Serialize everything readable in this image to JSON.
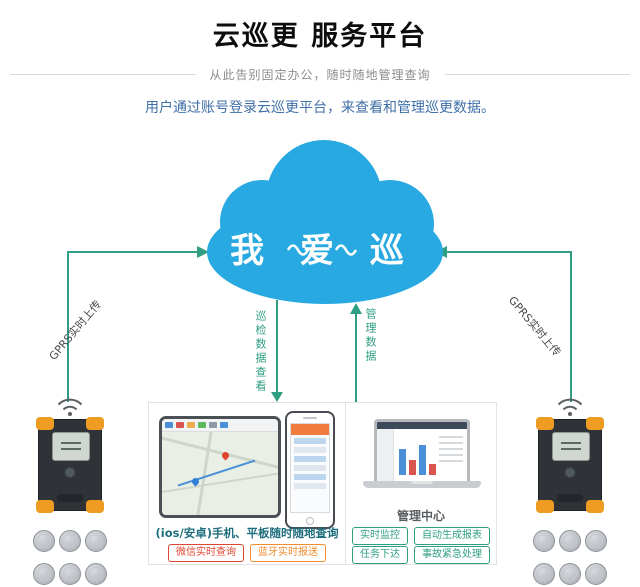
{
  "header": {
    "title": "云巡更 服务平台",
    "subtitle": "从此告别固定办公，随时随地管理查询",
    "description": "用户通过账号登录云巡更平台，来查看和管理巡更数据。"
  },
  "cloud": {
    "logo": "我 爱 巡"
  },
  "connections": {
    "gprs_left": "GPRS实时上传",
    "gprs_right": "GPRS实时上传",
    "view_label": "巡检数据查看",
    "manage_label": "管理数据"
  },
  "mobile_panel": {
    "caption": "(ios/安卓)手机、平板随时随地查询",
    "tags": [
      "微信实时查询",
      "蓝牙实时报送"
    ]
  },
  "admin_panel": {
    "caption": "管理中心",
    "tags": [
      "实时监控",
      "自动生成报表",
      "任务下达",
      "事故紧急处理"
    ]
  },
  "colors": {
    "cloud_blue": "#29a9e1",
    "connector_teal": "#2f9e83",
    "description_blue": "#3f6fa8",
    "tag_red": "#e0452f",
    "tag_orange": "#f08c2e",
    "tag_teal": "#2f9e83",
    "device_orange": "#ef9c22"
  }
}
